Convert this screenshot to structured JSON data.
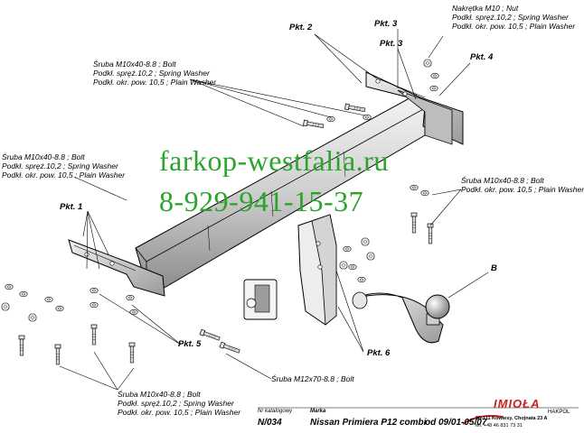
{
  "watermark": {
    "site": "farkop-westfalia.ru",
    "phone": "8-929-941-15-37",
    "color": "#2aa52a"
  },
  "callouts": {
    "pkt1": "Pkt. 1",
    "pkt2": "Pkt. 2",
    "pkt3a": "Pkt. 3",
    "pkt3b": "Pkt. 3",
    "pkt4": "Pkt. 4",
    "pkt5": "Pkt. 5",
    "pkt6": "Pkt. 6",
    "b": "B"
  },
  "labels": {
    "top_right": [
      "Nakrętka  M10 ; Nut",
      "Podkł. spręż.10,2 ; Spring Washer",
      "Podkł. okr. pow. 10,5 ; Plain Washer"
    ],
    "top_mid": [
      "Śruba M10x40-8.8 ;  Bolt",
      "Podkł. spręż.10,2 ; Spring Washer",
      "Podkł. okr. pow. 10,5 ; Plain Washer"
    ],
    "left_mid": [
      "Śruba M10x40-8.8 ;  Bolt",
      "Podkł. spręż.10,2 ; Spring Washer",
      "Podkł. okr. pow. 10,5 ; Plain Washer"
    ],
    "right_mid": [
      "Śruba M10x40-8.8 ;  Bolt",
      "Podkł. okr. pow. 10,5 ; Plain Washer"
    ],
    "bottom_left": [
      "Śruba M10x40-8.8 ;  Bolt",
      "Podkł. spręż.10,2 ; Spring Washer",
      "Podkł. okr. pow. 10,5 ; Plain Washer"
    ],
    "bottom_bolt": "Śruba M12x70-8.8 ;  Bolt"
  },
  "title_block": {
    "catalog_label": "Nr katalogowy",
    "catalog_no": "N/034",
    "brand_label": "Marka",
    "model": "Nissan Primiera P12 combi",
    "period": "od  09/01-05/07",
    "logo": "IMIOŁA",
    "logo_sub": "HAKPOL",
    "address": "96-111 Kowiesy, Chojnata 23 A",
    "phone": "tel. +48 46 831 73 31",
    "logo_color": "#c8201e"
  }
}
